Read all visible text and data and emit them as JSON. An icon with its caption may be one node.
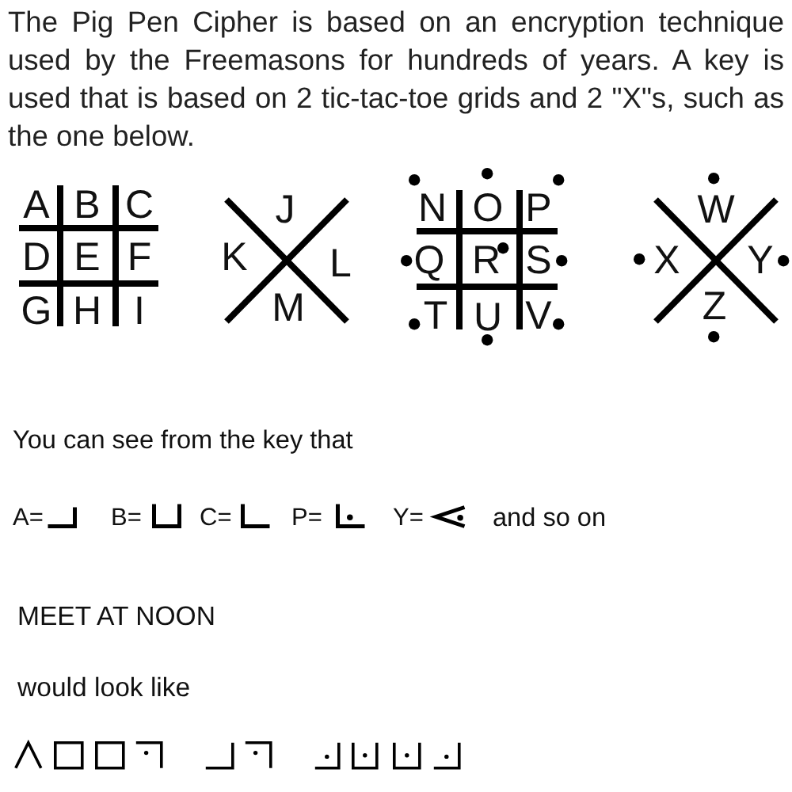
{
  "diagram": {
    "labels": [
      "The Pig Pen Cipher is based on an encryption technique used by the Freemasons for hundreds of years. A key is used that is based on 2 tic-tac-toe grids and 2 \"X\"s, such as the one below.",
      "A",
      "B",
      "C",
      "D",
      "E",
      "F",
      "G",
      "H",
      "I",
      "J",
      "K",
      "L",
      "M",
      "N",
      "O",
      "P",
      "Q",
      "R",
      "S",
      "T",
      "U",
      "V",
      "W",
      "X",
      "Y",
      "Z",
      "You can see from the key that",
      "A=",
      "B=",
      "C=",
      "P=",
      "Y=",
      "and so on",
      "MEET AT NOON",
      "would look like"
    ]
  }
}
